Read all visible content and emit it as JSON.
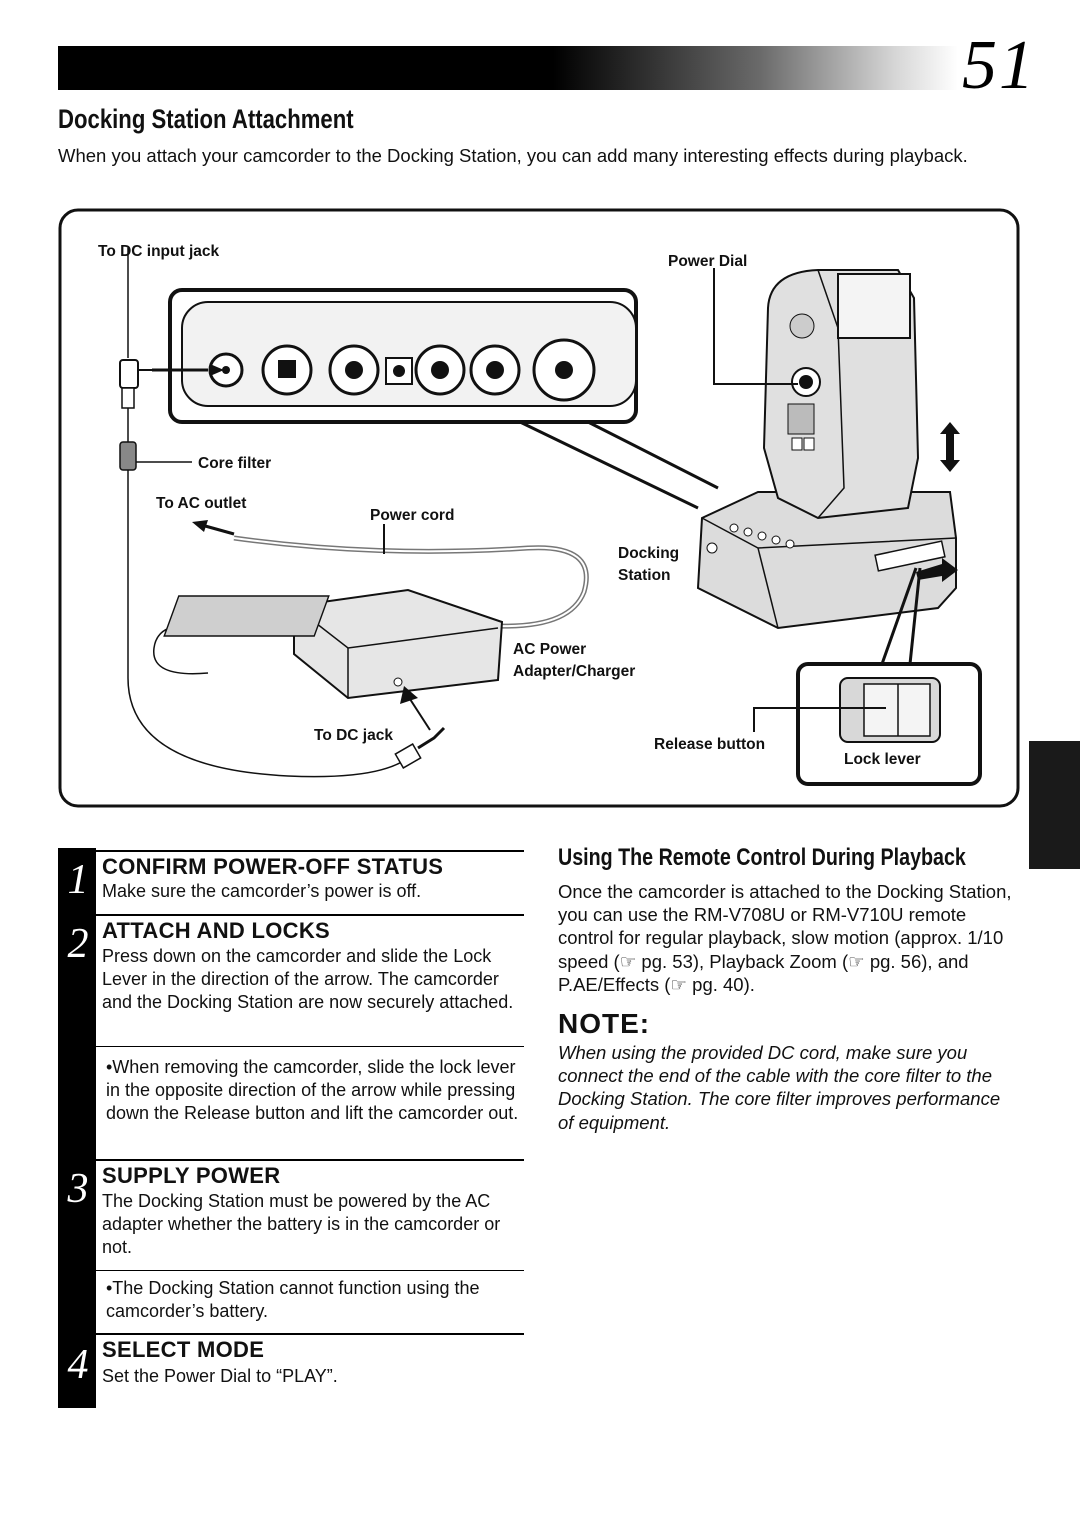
{
  "page_number": "51",
  "title": "Docking Station Attachment",
  "intro": "When you attach your camcorder to the Docking Station, you can add many interesting effects during playback.",
  "figure": {
    "labels": {
      "to_dc_input_jack": "To DC input jack",
      "power_dial": "Power Dial",
      "core_filter": "Core filter",
      "to_ac_outlet": "To AC outlet",
      "power_cord": "Power cord",
      "docking": "Docking",
      "station": "Station",
      "ac_power": "AC Power",
      "adapter_charger": "Adapter/Charger",
      "to_dc_jack": "To DC jack",
      "release_button": "Release button",
      "lock_lever": "Lock lever"
    }
  },
  "steps": [
    {
      "num": "1",
      "title": "CONFIRM POWER-OFF STATUS",
      "body": "Make sure the camcorder’s power is off."
    },
    {
      "num": "2",
      "title": "ATTACH AND LOCKS",
      "body": "Press down on the camcorder and slide the Lock Lever in the direction of the arrow. The camcorder and the Docking Station are now securely attached.",
      "bullet": "•When removing the camcorder, slide the lock lever in the opposite direction of the arrow while pressing down the Release button and lift the camcorder out."
    },
    {
      "num": "3",
      "title": "SUPPLY POWER",
      "body": "The Docking Station must be powered by the AC adapter whether the battery is in the camcorder or not.",
      "bullet": "•The Docking Station cannot function using the camcorder’s battery."
    },
    {
      "num": "4",
      "title": "SELECT MODE",
      "body": "Set the Power Dial to “PLAY”."
    }
  ],
  "remote": {
    "title": "Using The Remote Control During Playback",
    "body": "Once the camcorder is attached to the Docking Station, you can use the RM-V708U or RM-V710U remote control for regular playback, slow motion (approx. 1/10 speed (☞ pg. 53), Playback Zoom (☞ pg. 56), and P.AE/Effects (☞ pg. 40)."
  },
  "note": {
    "heading": "NOTE:",
    "body": "When using the provided DC cord, make sure you connect the end of the cable with the core filter to the Docking Station. The core filter improves performance of equipment."
  }
}
